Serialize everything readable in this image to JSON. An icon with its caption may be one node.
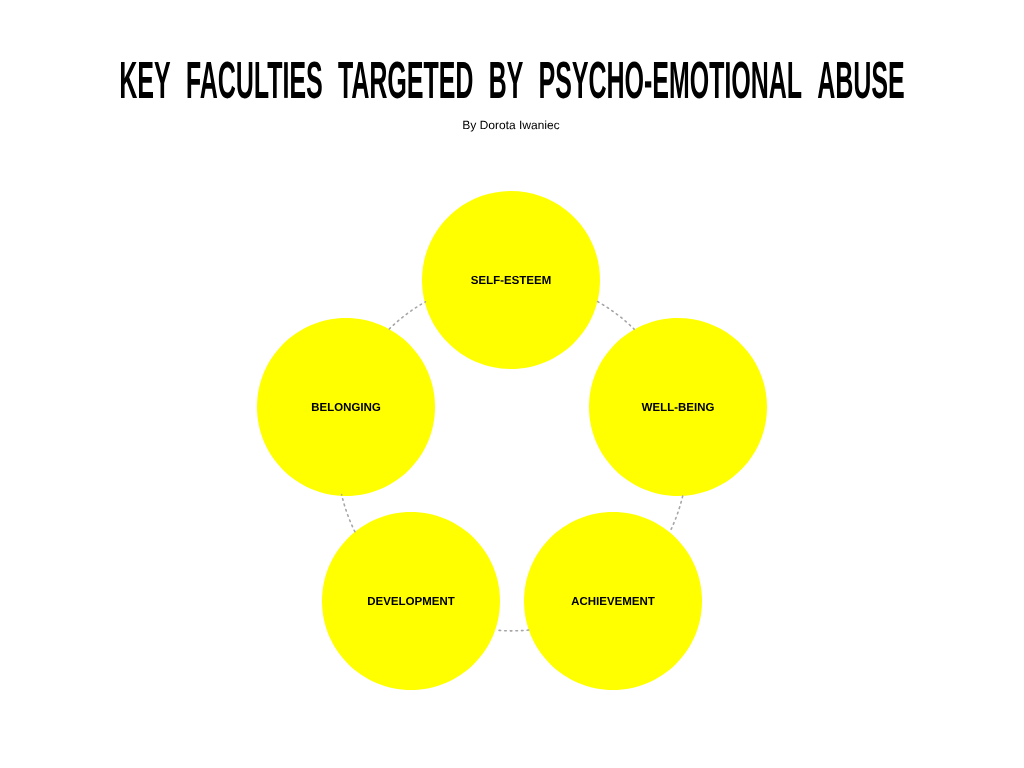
{
  "diagram": {
    "title": "KEY FACULTIES TARGETED BY PSYCHO-EMOTIONAL ABUSE",
    "nodes": [
      {
        "text": [
          "SELF-ESTEEM"
        ]
      },
      {
        "text": [
          "WELL-BEING"
        ]
      },
      {
        "text": [
          "ACHIEVEMENT"
        ]
      },
      {
        "text": [
          "DEVELOPMENT"
        ]
      },
      {
        "text": [
          "BELONGING"
        ]
      }
    ],
    "edges": [
      {
        "from": 0,
        "to": 1,
        "arrow": "none",
        "style": "dashed"
      },
      {
        "from": 1,
        "to": 2,
        "arrow": "none",
        "style": "dashed"
      },
      {
        "from": 2,
        "to": 3,
        "arrow": "none",
        "style": "dashed"
      },
      {
        "from": 3,
        "to": 4,
        "arrow": "none",
        "style": "dashed"
      },
      {
        "from": 4,
        "to": 0,
        "arrow": "none",
        "style": "dashed"
      }
    ],
    "labels": [
      "By Dorota  Iwaniec"
    ]
  }
}
